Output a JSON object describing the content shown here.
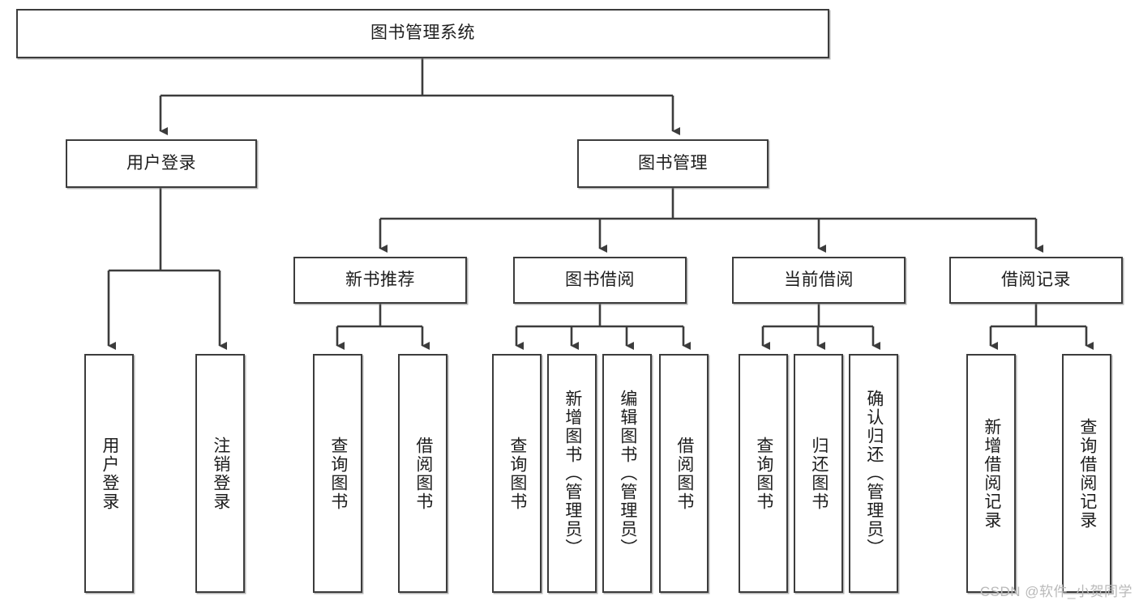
{
  "diagram": {
    "title": "图书管理系统",
    "watermark": "CSDN @软件_小贺同学",
    "colors": {
      "border": "#3c3c3c",
      "fill": "#ffffff",
      "text": "#1d1d1d",
      "edge": "#3c3c3c",
      "watermark": "#b9b9b9"
    },
    "levels": {
      "root": "图书管理系统",
      "level2": [
        "用户登录",
        "图书管理"
      ],
      "level3": [
        "新书推荐",
        "图书借阅",
        "当前借阅",
        "借阅记录"
      ]
    },
    "nodes": {
      "root": {
        "label": "图书管理系统"
      },
      "user_login": {
        "label": "用户登录"
      },
      "book_manage": {
        "label": "图书管理"
      },
      "new_book_rec": {
        "label": "新书推荐"
      },
      "book_borrow": {
        "label": "图书借阅"
      },
      "current_borrow": {
        "label": "当前借阅"
      },
      "borrow_record": {
        "label": "借阅记录"
      },
      "leaf_user_login": {
        "label": "用户登录"
      },
      "leaf_logout": {
        "label": "注销登录"
      },
      "leaf_query_book_1": {
        "label": "查询图书"
      },
      "leaf_borrow_book_1": {
        "label": "借阅图书"
      },
      "leaf_query_book_2": {
        "label": "查询图书"
      },
      "leaf_add_book_admin": {
        "label": "新增图书（管理员）"
      },
      "leaf_edit_book_admin": {
        "label": "编辑图书（管理员）"
      },
      "leaf_borrow_book_2": {
        "label": "借阅图书"
      },
      "leaf_query_book_3": {
        "label": "查询图书"
      },
      "leaf_return_book": {
        "label": "归还图书"
      },
      "leaf_confirm_return_admin": {
        "label": "确认归还（管理员）"
      },
      "leaf_add_borrow_record": {
        "label": "新增借阅记录"
      },
      "leaf_query_borrow_record": {
        "label": "查询借阅记录"
      }
    },
    "edges": [
      {
        "from": "root",
        "to": "user_login"
      },
      {
        "from": "root",
        "to": "book_manage"
      },
      {
        "from": "user_login",
        "to": "leaf_user_login"
      },
      {
        "from": "user_login",
        "to": "leaf_logout"
      },
      {
        "from": "book_manage",
        "to": "new_book_rec"
      },
      {
        "from": "book_manage",
        "to": "book_borrow"
      },
      {
        "from": "book_manage",
        "to": "current_borrow"
      },
      {
        "from": "book_manage",
        "to": "borrow_record"
      },
      {
        "from": "new_book_rec",
        "to": "leaf_query_book_1"
      },
      {
        "from": "new_book_rec",
        "to": "leaf_borrow_book_1"
      },
      {
        "from": "book_borrow",
        "to": "leaf_query_book_2"
      },
      {
        "from": "book_borrow",
        "to": "leaf_add_book_admin"
      },
      {
        "from": "book_borrow",
        "to": "leaf_edit_book_admin"
      },
      {
        "from": "book_borrow",
        "to": "leaf_borrow_book_2"
      },
      {
        "from": "current_borrow",
        "to": "leaf_query_book_3"
      },
      {
        "from": "current_borrow",
        "to": "leaf_return_book"
      },
      {
        "from": "current_borrow",
        "to": "leaf_confirm_return_admin"
      },
      {
        "from": "borrow_record",
        "to": "leaf_add_borrow_record"
      },
      {
        "from": "borrow_record",
        "to": "leaf_query_borrow_record"
      }
    ]
  }
}
